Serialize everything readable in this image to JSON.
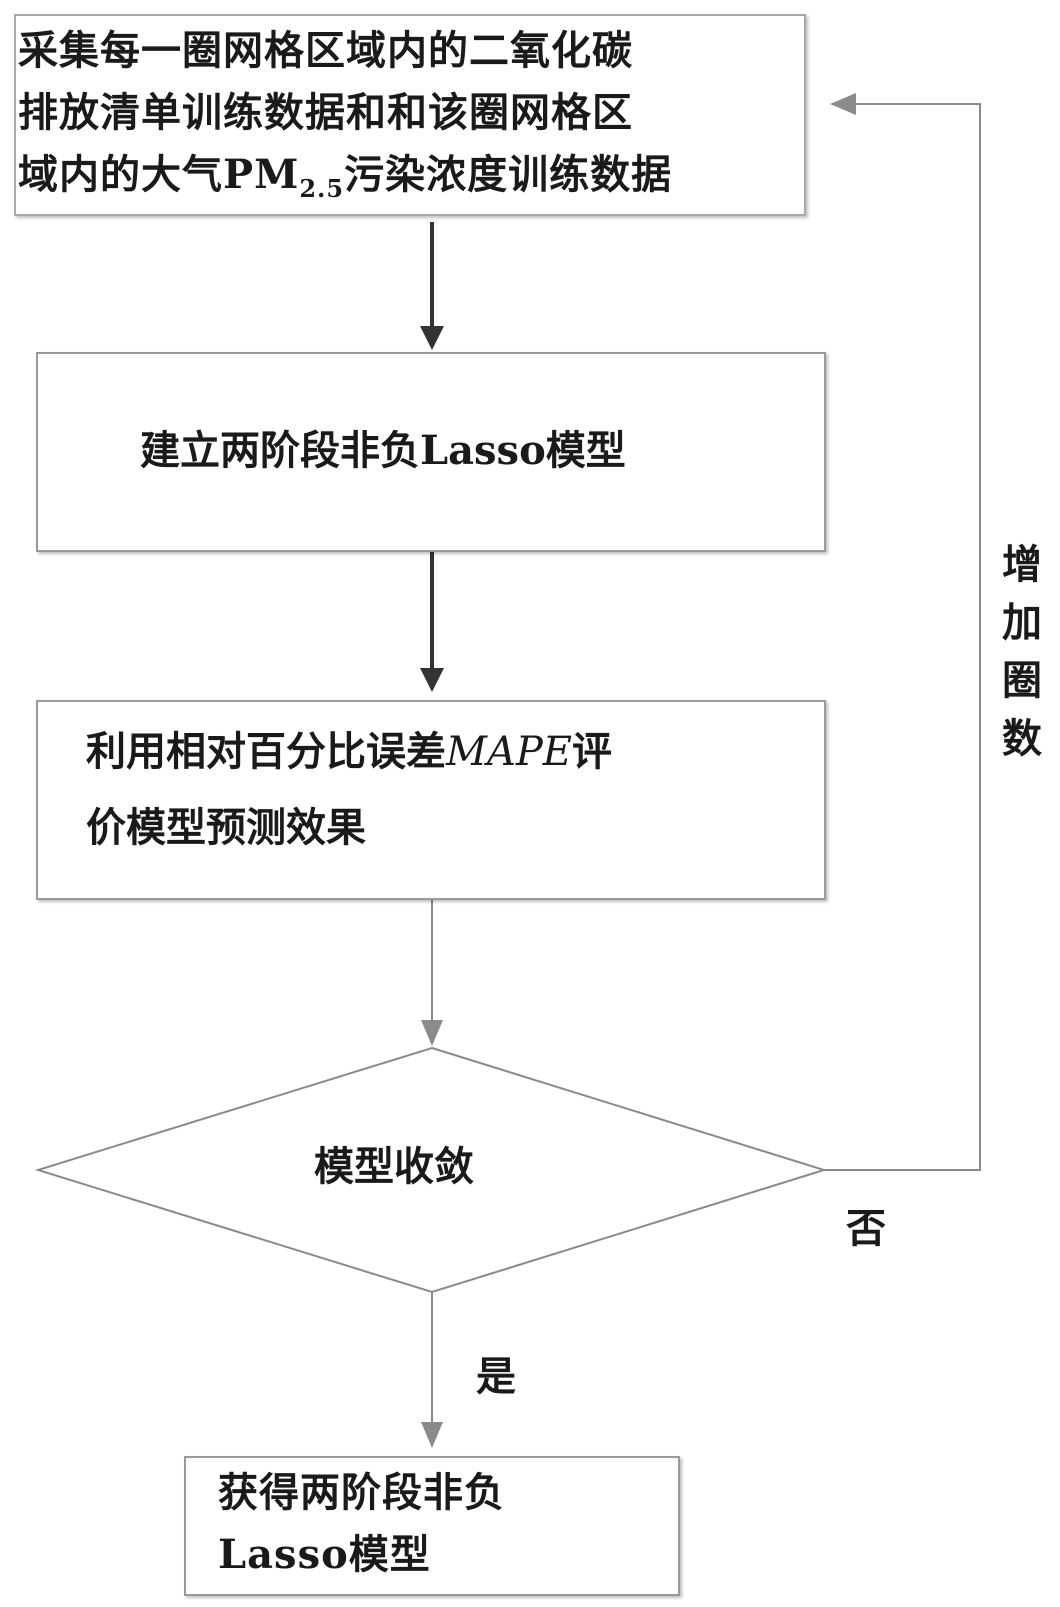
{
  "nodes": {
    "collect": {
      "line1": "采集每一圈网格区域内的二氧化碳",
      "line2": "排放清单训练数据和和该圈网格区",
      "line3_pre": "域内的大气PM",
      "line3_sub": "2.5",
      "line3_post": "污染浓度训练数据"
    },
    "build": {
      "text": "建立两阶段非负Lasso模型"
    },
    "evaluate": {
      "line1_pre": "利用相对百分比误差",
      "line1_mape": "MAPE",
      "line1_post": "评",
      "line2": "价模型预测效果"
    },
    "decision": {
      "text": "模型收敛"
    },
    "result": {
      "line1": "获得两阶段非负",
      "line2": "Lasso模型"
    }
  },
  "edges": {
    "no_label": "否",
    "yes_label": "是",
    "loop_label": [
      "增",
      "加",
      "圈",
      "数"
    ]
  }
}
